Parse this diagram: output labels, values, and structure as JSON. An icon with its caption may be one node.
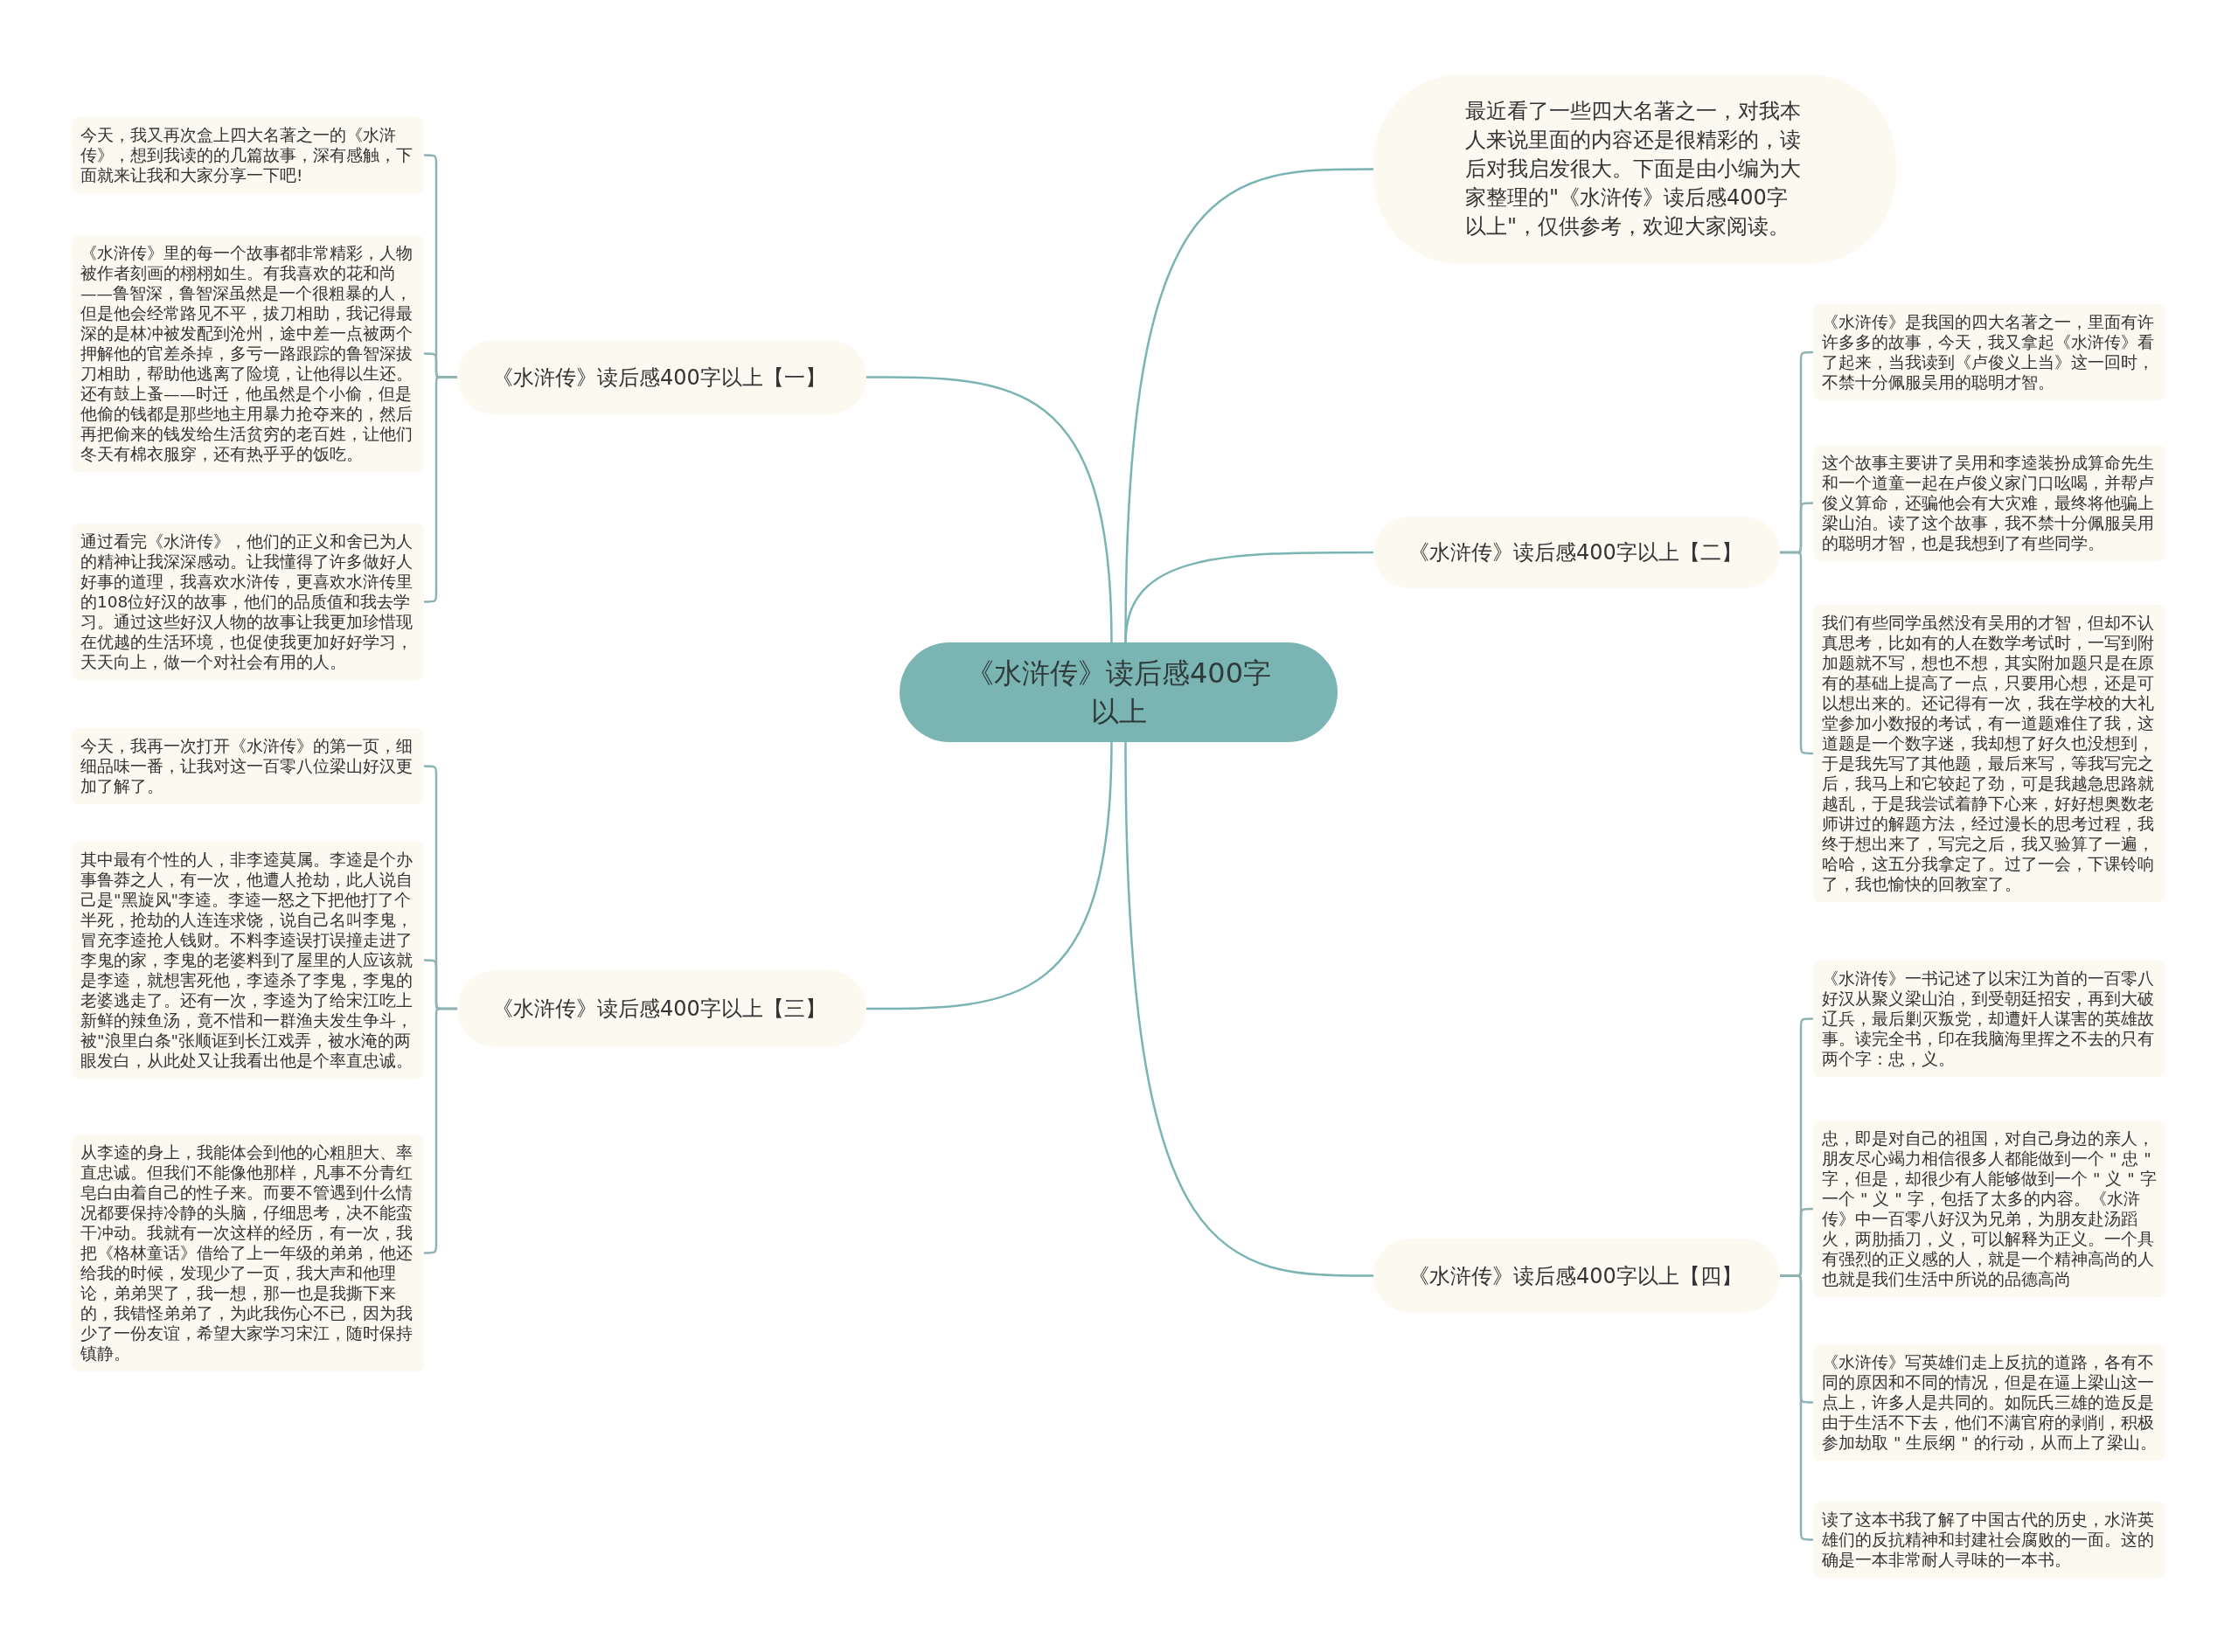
{
  "diagram": {
    "nodes": [
      {
        "text": [
          "《水浒传》读后感400字以上"
        ]
      },
      {
        "text": [
          "最近看了一些四大名著之一，对我本人来说里面的内容还是很精彩的，读后对我启发很大。下面是由小编为大家整理的\"《水浒传》读后感400字以上\"，仅供参考，欢迎大家阅读。"
        ]
      },
      {
        "text": [
          "《水浒传》读后感400字以上【一】"
        ]
      },
      {
        "text": [
          "今天，我又再次盒上四大名著之一的《水浒传》，想到我读的的几篇故事，深有感触，下面就来让我和大家分享一下吧!"
        ]
      },
      {
        "text": [
          "《水浒传》里的每一个故事都非常精彩，人物被作者刻画的栩栩如生。有我喜欢的花和尚——鲁智深，鲁智深虽然是一个很粗暴的人，但是他会经常路见不平，拔刀相助，我记得最深的是林冲被发配到沧州，途中差一点被两个押解他的官差杀掉，多亏一路跟踪的鲁智深拔刀相助，帮助他逃离了险境，让他得以生还。还有鼓上蚤——时迁，他虽然是个小偷，但是他偷的钱都是那些地主用暴力抢夺来的，然后再把偷来的钱发给生活贫穷的老百姓，让他们冬天有棉衣服穿，还有热乎乎的饭吃。"
        ]
      },
      {
        "text": [
          "通过看完《水浒传》，他们的正义和舍已为人的精神让我深深感动。让我懂得了许多做好人好事的道理，我喜欢水浒传，更喜欢水浒传里的108位好汉的故事，他们的品质值和我去学习。通过这些好汉人物的故事让我更加珍惜现在优越的生活环境，也促使我更加好好学习，天天向上，做一个对社会有用的人。"
        ]
      },
      {
        "text": [
          "《水浒传》读后感400字以上【二】"
        ]
      },
      {
        "text": [
          "《水浒传》是我国的四大名著之一，里面有许许多多的故事，今天，我又拿起《水浒传》看了起来，当我读到《卢俊义上当》这一回时，不禁十分佩服吴用的聪明才智。"
        ]
      },
      {
        "text": [
          "这个故事主要讲了吴用和李逵装扮成算命先生和一个道童一起在卢俊义家门口吆喝，并帮卢俊义算命，还骗他会有大灾难，最终将他骗上梁山泊。读了这个故事，我不禁十分佩服吴用的聪明才智，也是我想到了有些同学。"
        ]
      },
      {
        "text": [
          "我们有些同学虽然没有吴用的才智，但却不认真思考，比如有的人在数学考试时，一写到附加题就不写，想也不想，其实附加题只是在原有的基础上提高了一点，只要用心想，还是可以想出来的。还记得有一次，我在学校的大礼堂参加小数报的考试，有一道题难住了我，这道题是一个数字迷，我却想了好久也没想到，于是我先写了其他题，最后来写，等我写完之后，我马上和它较起了劲，可是我越急思路就越乱，于是我尝试着静下心来，好好想奥数老师讲过的解题方法，经过漫长的思考过程，我终于想出来了，写完之后，我又验算了一遍，哈哈，这五分我拿定了。过了一会，下课铃响了，我也愉快的回教室了。"
        ]
      },
      {
        "text": [
          "《水浒传》读后感400字以上【三】"
        ]
      },
      {
        "text": [
          "今天，我再一次打开《水浒传》的第一页，细细品味一番，让我对这一百零八位梁山好汉更加了解了。"
        ]
      },
      {
        "text": [
          "其中最有个性的人，非李逵莫属。李逵是个办事鲁莽之人，有一次，他遭人抢劫，此人说自己是\"黑旋风\"李逵。李逵一怒之下把他打了个半死，抢劫的人连连求饶，说自己名叫李鬼，冒充李逵抢人钱财。不料李逵误打误撞走进了李鬼的家，李鬼的老婆料到了屋里的人应该就是李逵，就想害死他，李逵杀了李鬼，李鬼的老婆逃走了。还有一次，李逵为了给宋江吃上新鲜的辣鱼汤，竟不惜和一群渔夫发生争斗，被\"浪里白条\"张顺诓到长江戏弄，被水淹的两眼发白，从此处又让我看出他是个率直忠诚。"
        ]
      },
      {
        "text": [
          "从李逵的身上，我能体会到他的心粗胆大、率直忠诚。但我们不能像他那样，凡事不分青红皂白由着自己的性子来。而要不管遇到什么情况都要保持冷静的头脑，仔细思考，决不能蛮干冲动。我就有一次这样的经历，有一次，我把《格林童话》借给了上一年级的弟弟，他还给我的时候，发现少了一页，我大声和他理论，弟弟哭了，我一想，那一也是我撕下来的，我错怪弟弟了，为此我伤心不已，因为我少了一份友谊，希望大家学习宋江，随时保持镇静。"
        ]
      },
      {
        "text": [
          "《水浒传》读后感400字以上【四】"
        ]
      },
      {
        "text": [
          "《水浒传》一书记述了以宋江为首的一百零八好汉从聚义梁山泊，到受朝廷招安，再到大破辽兵，最后剿灭叛党，却遭奸人谋害的英雄故事。读完全书，印在我脑海里挥之不去的只有两个字：忠，义。"
        ]
      },
      {
        "text": [
          "忠，即是对自己的祖国，对自己身边的亲人，朋友尽心竭力相信很多人都能做到一个 \" 忠 \" 字，但是，却很少有人能够做到一个 \" 义 \" 字一个 \" 义 \" 字，包括了太多的内容。《水浒传》中一百零八好汉为兄弟，为朋友赴汤蹈火，两肋插刀，义，可以解释为正义。一个具有强烈的正义感的人，就是一个精神高尚的人也就是我们生活中所说的品德高尚"
        ]
      },
      {
        "text": [
          "《水浒传》写英雄们走上反抗的道路，各有不同的原因和不同的情况，但是在逼上梁山这一点上，许多人是共同的。如阮氏三雄的造反是由于生活不下去，他们不满官府的剥削，积极参加劫取 \" 生辰纲 \" 的行动，从而上了梁山。"
        ]
      },
      {
        "text": [
          "读了这本书我了解了中国古代的历史，水浒英雄们的反抗精神和封建社会腐败的一面。这的确是一本非常耐人寻味的一本书。"
        ]
      }
    ],
    "edges": [
      {
        "from": 0,
        "to": 1,
        "arrow": "none"
      },
      {
        "from": 0,
        "to": 2,
        "arrow": "none"
      },
      {
        "from": 2,
        "to": 3,
        "arrow": "none"
      },
      {
        "from": 2,
        "to": 4,
        "arrow": "none"
      },
      {
        "from": 2,
        "to": 5,
        "arrow": "none"
      },
      {
        "from": 0,
        "to": 6,
        "arrow": "none"
      },
      {
        "from": 6,
        "to": 7,
        "arrow": "none"
      },
      {
        "from": 6,
        "to": 8,
        "arrow": "none"
      },
      {
        "from": 6,
        "to": 9,
        "arrow": "none"
      },
      {
        "from": 0,
        "to": 10,
        "arrow": "none"
      },
      {
        "from": 10,
        "to": 11,
        "arrow": "none"
      },
      {
        "from": 10,
        "to": 12,
        "arrow": "none"
      },
      {
        "from": 10,
        "to": 13,
        "arrow": "none"
      },
      {
        "from": 0,
        "to": 14,
        "arrow": "none"
      },
      {
        "from": 14,
        "to": 15,
        "arrow": "none"
      },
      {
        "from": 14,
        "to": 16,
        "arrow": "none"
      },
      {
        "from": 14,
        "to": 17,
        "arrow": "none"
      },
      {
        "from": 14,
        "to": 18,
        "arrow": "none"
      }
    ]
  }
}
